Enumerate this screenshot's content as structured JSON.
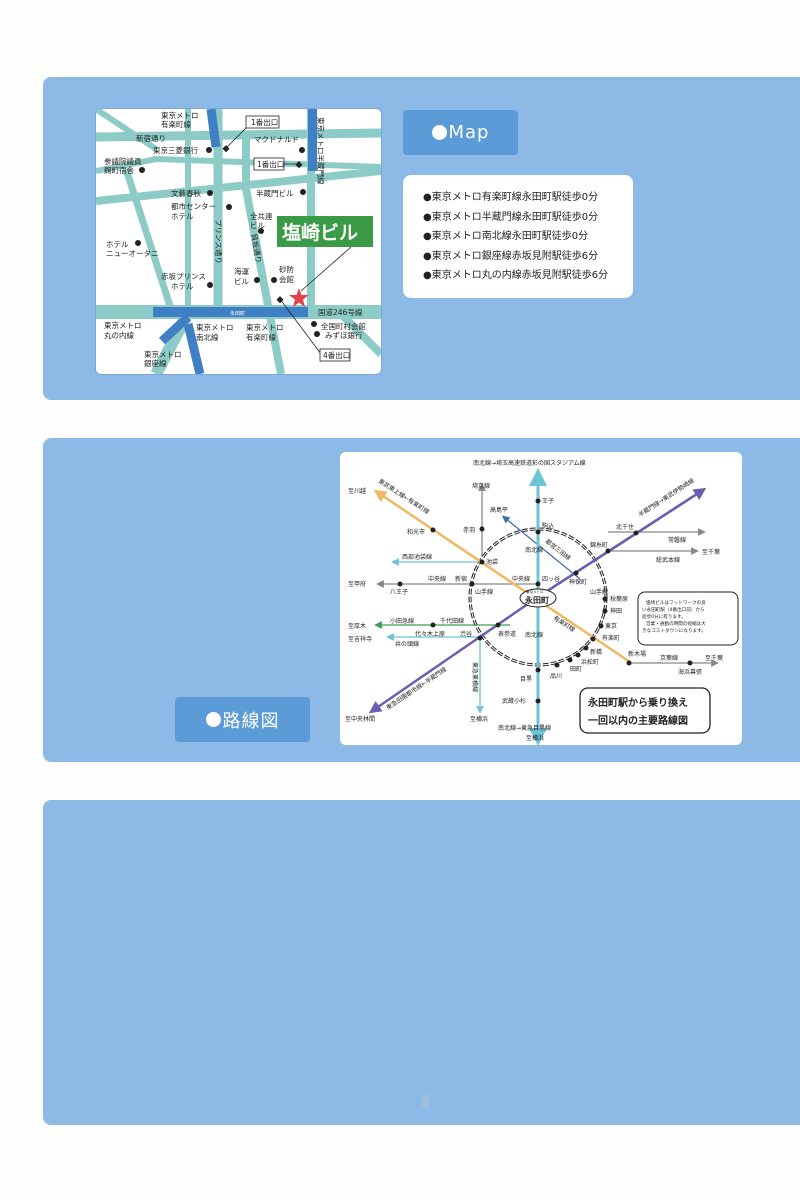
{
  "map_section": {
    "button_label": "Map",
    "access": [
      "●東京メトロ有楽町線永田町駅徒歩0分",
      "●東京メトロ半蔵門線永田町駅徒歩0分",
      "●東京メトロ南北線永田町駅徒歩0分",
      "●東京メトロ銀座線赤坂見附駅徒歩6分",
      "●東京メトロ丸の内線赤坂見附駅徒歩6分"
    ],
    "map": {
      "building": "塩崎ビル",
      "labels": {
        "yurakucho_top": "東京メトロ",
        "yurakucho_top2": "有楽町線",
        "exit1a": "1番出口",
        "exit1b": "1番出口",
        "exit4": "4番出口",
        "shinjuku_dori": "新宿通り",
        "mitsubishi": "東京三菱銀行",
        "mcdonalds": "マクドナルド",
        "sangiin": "参議院議員",
        "sangiin2": "麹町宿舎",
        "hanzomon_line": "東京メトロ半蔵門線",
        "bungei": "文藝春秋",
        "toshi": "都市センター",
        "toshi2": "ホテル",
        "hanzomon_bldg": "半蔵門ビル",
        "zenkyoren": "全共連",
        "zenkyoren2": "ビル",
        "prince_dori": "プリンス通り",
        "kaizaka_dori": "貝坂通り",
        "newotani": "ホテル",
        "newotani2": "ニューオータニ",
        "kaiun": "海運",
        "kaiun2": "ビル",
        "sabo": "砂防",
        "sabo2": "会館",
        "akasaka_prince": "赤坂プリンス",
        "akasaka_prince2": "ホテル",
        "route246": "国道246号線",
        "nagatacho": "永田町",
        "zenkoku": "全国町村会館",
        "mizuho": "みずほ銀行",
        "marunouchi": "東京メトロ",
        "marunouchi2": "丸の内線",
        "namboku": "東京メトロ",
        "namboku2": "南北線",
        "yurakucho_bot": "東京メトロ",
        "yurakucho_bot2": "有楽町線",
        "ginza": "東京メトロ",
        "ginza2": "銀座線",
        "yurakucho_band": "有楽町",
        "ginza_band": "銀座線"
      }
    }
  },
  "route_section": {
    "button_label": "路線図",
    "title1": "永田町駅から乗り換え",
    "title2": "一回以内の主要路線図",
    "note": [
      "塩崎ビルはフットワークの良",
      "い永田町駅（4番出口前）から",
      "徒歩0分に有ります。",
      "営業・通勤の時間の短縮は大",
      "きなコストダウンになります。"
    ],
    "center": "永田町",
    "center_small": "東京メトロ",
    "labels": {
      "top": "南北線→埼玉高速鉄道彩の国スタジアム線",
      "bottom": "南北線→東急目黒線",
      "bottom2": "至横浜",
      "tobu": "東武東上線←有楽町線",
      "kawagoe": "至川越",
      "saikyo": "埼京線",
      "oji": "王子",
      "takashimadaira": "高島平",
      "wakoshi": "和光市",
      "akabane": "赤羽",
      "komagome": "駒込",
      "mita": "都営三田線",
      "hanzomon_tobu": "半蔵門線→東武伊勢崎線",
      "kitasenju": "北千住",
      "joban": "常磐線",
      "kinshicho": "錦糸町",
      "chiba1": "至千葉",
      "sobu": "総武本線",
      "seibu": "西部池袋線",
      "ikebukuro": "池袋",
      "namboku_v": "南北線",
      "kofu": "至甲府",
      "chuo": "中央線",
      "shinjuku": "新宿",
      "chuo2": "中央線",
      "yotsuya": "四ッ谷",
      "jinbocho": "神保町",
      "hachioji": "八王子",
      "yamanote_l": "山手線",
      "yamanote_r": "山手線",
      "akihabara": "秋葉原",
      "kanda": "神田",
      "odakyu": "小田急線",
      "chiyoda": "千代田線",
      "atsugi": "至厚木",
      "tokyo": "東京",
      "yoyogi": "代々木上原",
      "shibuya": "渋谷",
      "omotesando": "表参道",
      "kichijoji": "至吉祥寺",
      "inokashira": "井の頭線",
      "yurakucho_line": "有楽町線",
      "yurakucho": "有楽町",
      "namboku_v2": "南北線",
      "shimbashi": "新橋",
      "hamamatsucho": "浜松町",
      "tamachi": "田町",
      "shinagawa": "品川",
      "meguro": "目黒",
      "shinkiba": "新木場",
      "keiyo": "京葉線",
      "chiba2": "至千葉",
      "kaihin": "海浜幕張",
      "toyoko": "東急東横線",
      "musashikosugi": "武蔵小杉",
      "den_en": "東急田園都市線←半蔵門線",
      "chuorinkan": "至中央林間",
      "yokohama": "至横浜"
    }
  },
  "colors": {
    "panel": "#8cb9e6",
    "button": "#5b9bd8",
    "road": "#8ccbc6",
    "subway": "#3f7fc4",
    "building": "#3a9a46",
    "star": "#e8404a"
  }
}
